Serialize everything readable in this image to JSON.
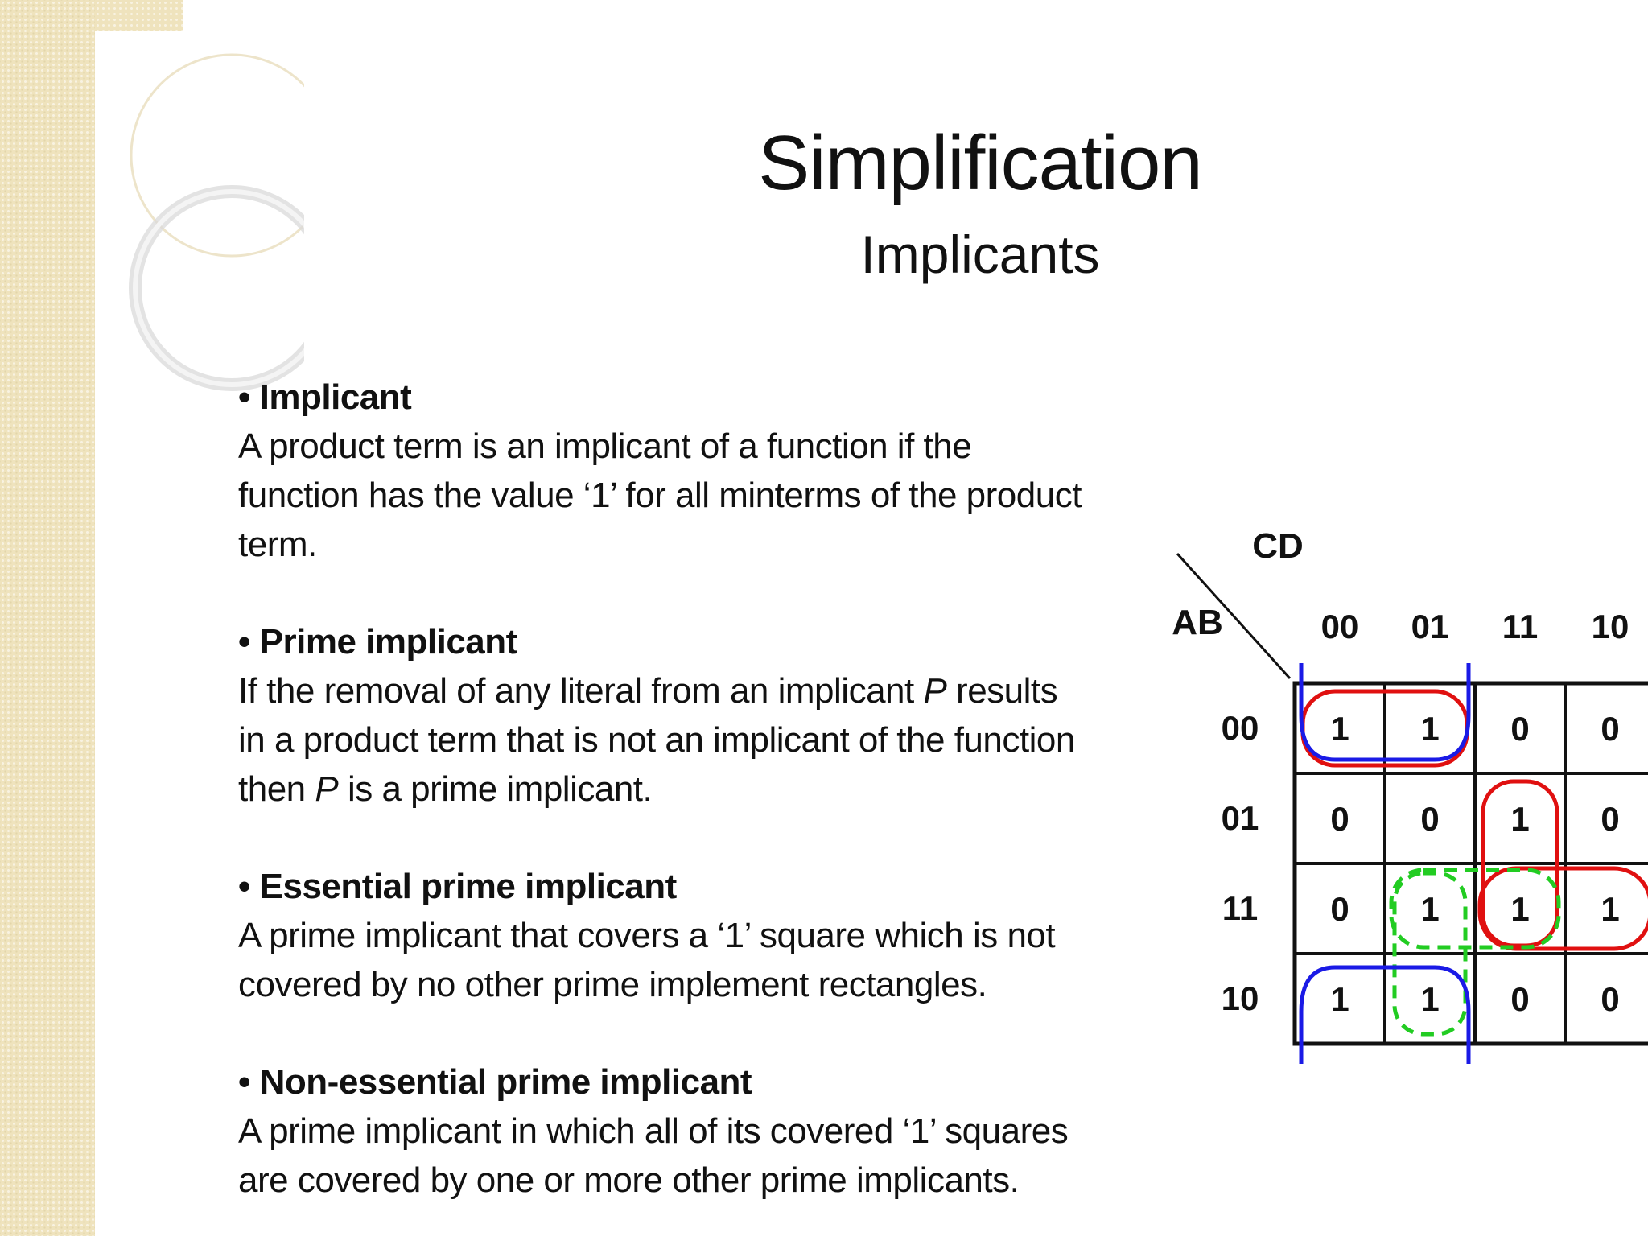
{
  "title": "Simplification",
  "subtitle": "Implicants",
  "bullets": [
    {
      "term": "Implicant",
      "lines": [
        "A product term is an implicant of a function if the",
        "function has the value ‘1’ for all minterms of the product",
        "term."
      ]
    },
    {
      "term": "Prime implicant",
      "lines": [
        "If the removal of any literal from an implicant ",
        "P",
        " results",
        "in a product term that is not an implicant of the function",
        "then ",
        "P",
        " is a prime implicant."
      ]
    },
    {
      "term": "Essential prime implicant",
      "lines": [
        "A prime implicant that covers a ‘1’ square which is not",
        "covered by no other prime implement rectangles."
      ]
    },
    {
      "term": "Non-essential prime implicant",
      "lines": [
        "A prime implicant in which all of its covered ‘1’ squares",
        "are covered by one or more other prime implicants."
      ]
    }
  ],
  "kmap": {
    "col_var": "CD",
    "row_var": "AB",
    "col_labels": [
      "00",
      "01",
      "11",
      "10"
    ],
    "row_labels": [
      "00",
      "01",
      "11",
      "10"
    ],
    "cells": [
      [
        "1",
        "1",
        "0",
        "0"
      ],
      [
        "0",
        "0",
        "1",
        "0"
      ],
      [
        "0",
        "1",
        "1",
        "1"
      ],
      [
        "1",
        "1",
        "0",
        "0"
      ]
    ],
    "colors": {
      "red": "#e01010",
      "blue": "#1a1ae6",
      "green": "#22cc22"
    }
  }
}
